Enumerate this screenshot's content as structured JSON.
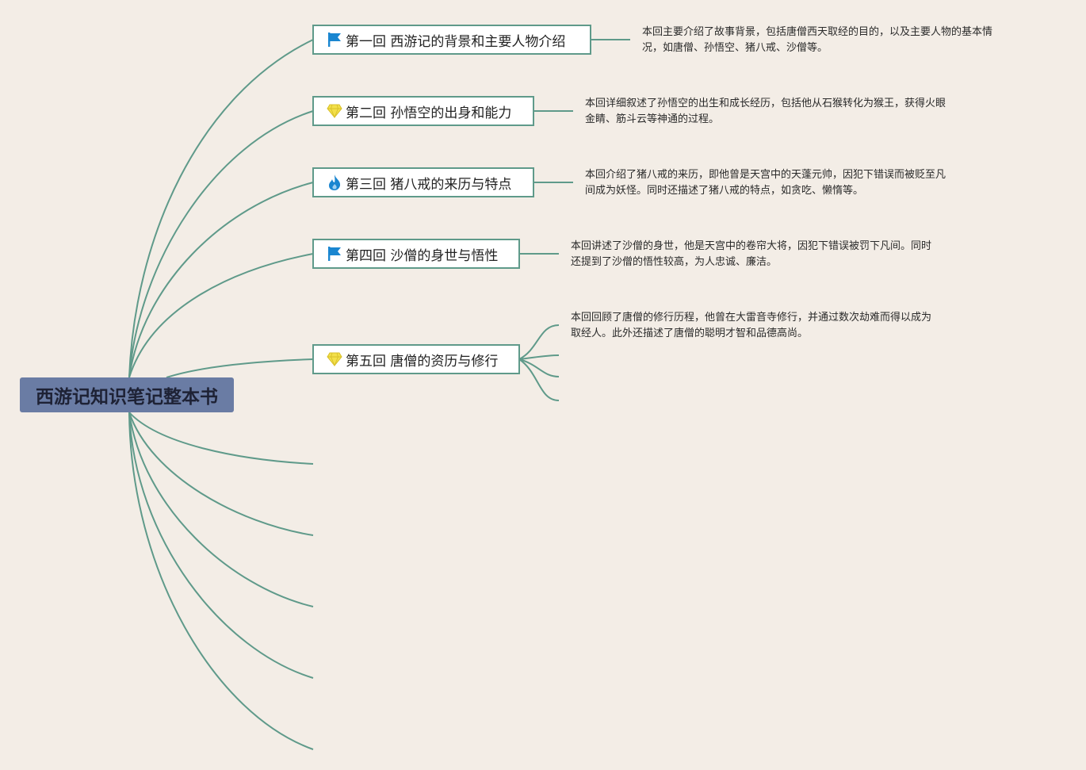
{
  "root": {
    "label": "西游记知识笔记整本书"
  },
  "chapters": [
    {
      "title": "第一回 西游记的背景和主要人物介绍",
      "icon": "blue-flag-icon",
      "note": [
        "本回主要介绍了故事背景，包括唐僧西天取经的目的，以及主要人物的基本情",
        "况，如唐僧、孙悟空、猪八戒、沙僧等。"
      ]
    },
    {
      "title": "第二回 孙悟空的出身和能力",
      "icon": "yellow-gem-icon",
      "note": [
        "本回详细叙述了孙悟空的出生和成长经历，包括他从石猴转化为猴王，获得火眼",
        "金睛、筋斗云等神通的过程。"
      ]
    },
    {
      "title": "第三回 猪八戒的来历与特点",
      "icon": "blue-flame-icon",
      "note": [
        "本回介绍了猪八戒的来历，即他曾是天宫中的天蓬元帅，因犯下错误而被贬至凡",
        "间成为妖怪。同时还描述了猪八戒的特点，如贪吃、懒惰等。"
      ]
    },
    {
      "title": "第四回 沙僧的身世与悟性",
      "icon": "blue-flag-icon",
      "note": [
        "本回讲述了沙僧的身世，他是天宫中的卷帘大将，因犯下错误被罚下凡间。同时",
        "还提到了沙僧的悟性较高，为人忠诚、廉洁。"
      ]
    },
    {
      "title": "第五回 唐僧的资历与修行",
      "icon": "yellow-gem-icon",
      "note": [
        "本回回顾了唐僧的修行历程，他曾在大雷音寺修行，并通过数次劫难而得以成为",
        "取经人。此外还描述了唐僧的聪明才智和品德高尚。"
      ]
    }
  ],
  "colors": {
    "background": "#f3ede6",
    "branch": "#5f9a8a",
    "root_fill": "#6a7ca4",
    "flag": "#1a86d0",
    "gem": "#f3e04a"
  }
}
